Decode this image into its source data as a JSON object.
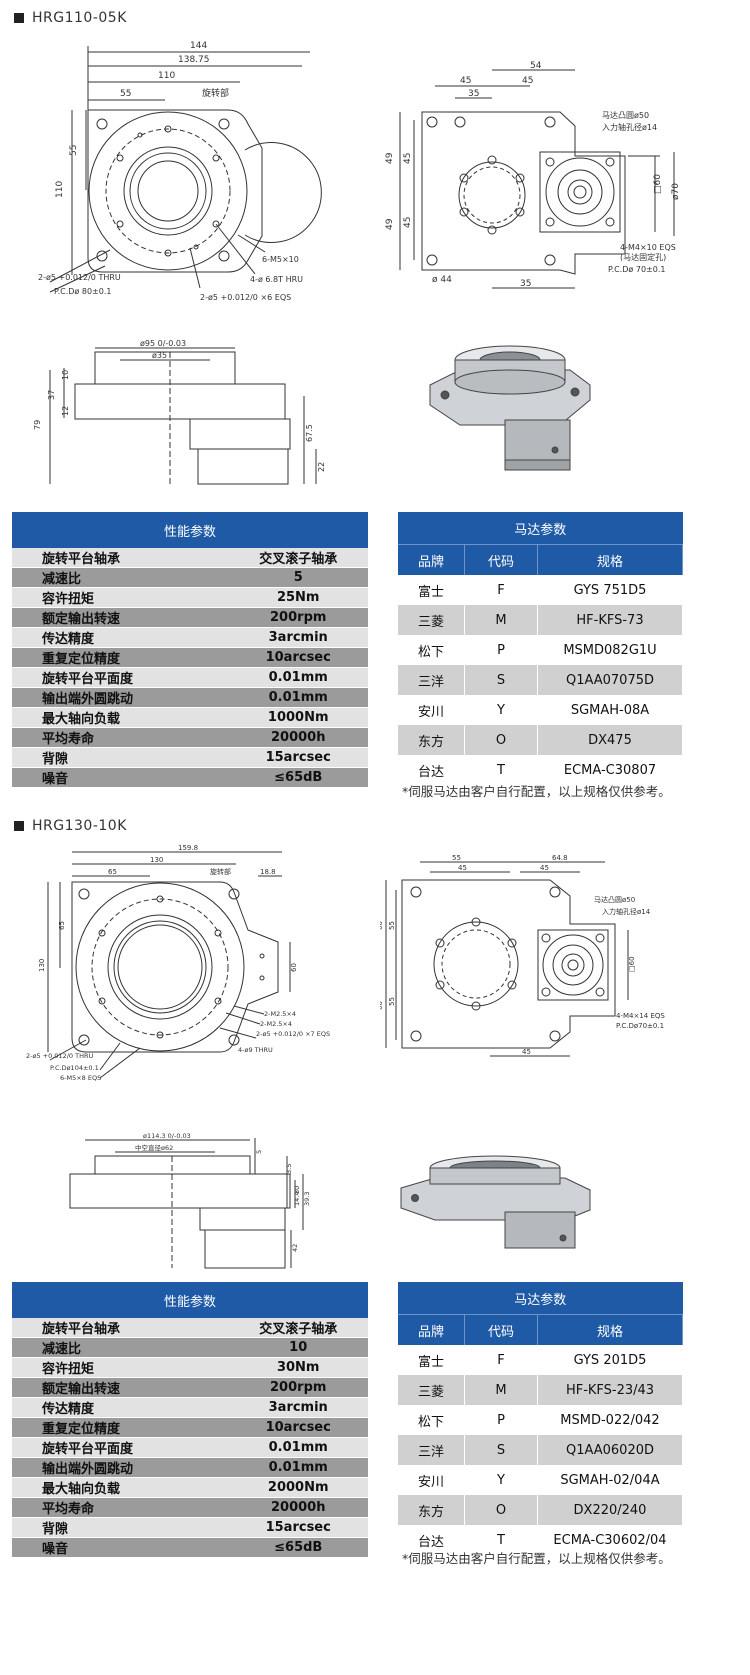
{
  "sections": [
    {
      "model": "HRG110-05K",
      "drawing1": {
        "dims": [
          "144",
          "138.75",
          "110",
          "55",
          "55",
          "110"
        ],
        "callouts": [
          "旋转部",
          "6-M5×10",
          "4-ø 6.8T HRU",
          "2-ø5 +0.012/0 THRU",
          "P.C.Dø 80±0.1",
          "2-ø5 +0.012/0 ×6 EQS"
        ]
      },
      "drawing2": {
        "dims": [
          "54",
          "45",
          "35",
          "45",
          "49",
          "45",
          "49",
          "45",
          "ø 44",
          "35",
          "□60",
          "ø70"
        ],
        "callouts": [
          "马达凸圆ø50",
          "入力轴孔径ø14",
          "4-M4×10 EQS",
          "(马达固定孔)",
          "P.C.Dø 70±0.1"
        ]
      },
      "drawing3": {
        "dims": [
          "ø95 0/-0.03",
          "ø35",
          "10",
          "37",
          "12",
          "79",
          "67.5",
          "22"
        ]
      },
      "performance": {
        "title": "性能参数",
        "rows": [
          {
            "k": "旋转平台轴承",
            "v": "交叉滚子轴承"
          },
          {
            "k": "减速比",
            "v": "5"
          },
          {
            "k": "容许扭矩",
            "v": "25Nm"
          },
          {
            "k": "额定输出转速",
            "v": "200rpm"
          },
          {
            "k": "传达精度",
            "v": "3arcmin"
          },
          {
            "k": "重复定位精度",
            "v": "10arcsec"
          },
          {
            "k": "旋转平台平面度",
            "v": "0.01mm"
          },
          {
            "k": "输出端外圆跳动",
            "v": "0.01mm"
          },
          {
            "k": "最大轴向负载",
            "v": "1000Nm"
          },
          {
            "k": "平均寿命",
            "v": "20000h"
          },
          {
            "k": "背隙",
            "v": "15arcsec"
          },
          {
            "k": "噪音",
            "v": "≤65dB"
          }
        ]
      },
      "motor": {
        "title": "马达参数",
        "headers": [
          "品牌",
          "代码",
          "规格"
        ],
        "rows": [
          [
            "富士",
            "F",
            "GYS 751D5"
          ],
          [
            "三菱",
            "M",
            "HF-KFS-73"
          ],
          [
            "松下",
            "P",
            "MSMD082G1U"
          ],
          [
            "三洋",
            "S",
            "Q1AA07075D"
          ],
          [
            "安川",
            "Y",
            "SGMAH-08A"
          ],
          [
            "东方",
            "O",
            "DX475"
          ],
          [
            "台达",
            "T",
            "ECMA-C30807"
          ]
        ],
        "note": "*伺服马达由客户自行配置，以上规格仅供参考。"
      }
    },
    {
      "model": "HRG130-10K",
      "drawing1": {
        "dims": [
          "159.8",
          "130",
          "65",
          "18.8",
          "65",
          "130",
          "60"
        ],
        "callouts": [
          "旋转部",
          "2-M2.5×4",
          "2-M2.5×4",
          "2-ø5 +0.012/0 ×7 EQS",
          "4-ø9 THRU",
          "2-ø5 +0.012/0 THRU",
          "P.C.Dø104±0.1",
          "6-M5×8 EQS"
        ]
      },
      "drawing2": {
        "dims": [
          "55",
          "64.8",
          "45",
          "45",
          "60",
          "55",
          "60",
          "55",
          "45",
          "□60"
        ],
        "callouts": [
          "马达凸圆ø50",
          "入力轴孔径ø14",
          "4-M4×14 EQS",
          "P.C.Dø70±0.1"
        ]
      },
      "drawing3": {
        "dims": [
          "ø114.3 0/-0.03",
          "中空直径ø62",
          "5",
          "3.5",
          "14.4",
          "30",
          "39.3",
          "42"
        ]
      },
      "performance": {
        "title": "性能参数",
        "rows": [
          {
            "k": "旋转平台轴承",
            "v": "交叉滚子轴承"
          },
          {
            "k": "减速比",
            "v": "10"
          },
          {
            "k": "容许扭矩",
            "v": "30Nm"
          },
          {
            "k": "额定输出转速",
            "v": "200rpm"
          },
          {
            "k": "传达精度",
            "v": "3arcmin"
          },
          {
            "k": "重复定位精度",
            "v": "10arcsec"
          },
          {
            "k": "旋转平台平面度",
            "v": "0.01mm"
          },
          {
            "k": "输出端外圆跳动",
            "v": "0.01mm"
          },
          {
            "k": "最大轴向负载",
            "v": "2000Nm"
          },
          {
            "k": "平均寿命",
            "v": "20000h"
          },
          {
            "k": "背隙",
            "v": "15arcsec"
          },
          {
            "k": "噪音",
            "v": "≤65dB"
          }
        ]
      },
      "motor": {
        "title": "马达参数",
        "headers": [
          "品牌",
          "代码",
          "规格"
        ],
        "rows": [
          [
            "富士",
            "F",
            "GYS 201D5"
          ],
          [
            "三菱",
            "M",
            "HF-KFS-23/43"
          ],
          [
            "松下",
            "P",
            "MSMD-022/042"
          ],
          [
            "三洋",
            "S",
            "Q1AA06020D"
          ],
          [
            "安川",
            "Y",
            "SGMAH-02/04A"
          ],
          [
            "东方",
            "O",
            "DX220/240"
          ],
          [
            "台达",
            "T",
            "ECMA-C30602/04"
          ]
        ],
        "note": "*伺服马达由客户自行配置，以上规格仅供参考。"
      }
    }
  ]
}
